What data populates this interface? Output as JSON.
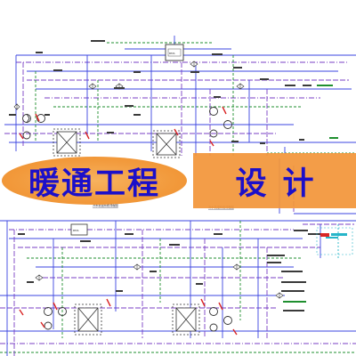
{
  "banner": {
    "left_text": "暖通工程",
    "right_text": "设计",
    "text_color": "#1c0fc9",
    "fill_color": "#f29a3c"
  },
  "drawing": {
    "upper_system_title": "冷水机组系统流程图",
    "lower_system_title": "冷水机组系统流程图",
    "colors": {
      "supply_pipe": "#3b44e0",
      "return_pipe": "#7a3fc4",
      "auxiliary_pipe": "#1f8f2f",
      "equipment": "#444444",
      "valve_red": "#d92525",
      "signal_cyan": "#26b5c9"
    }
  }
}
